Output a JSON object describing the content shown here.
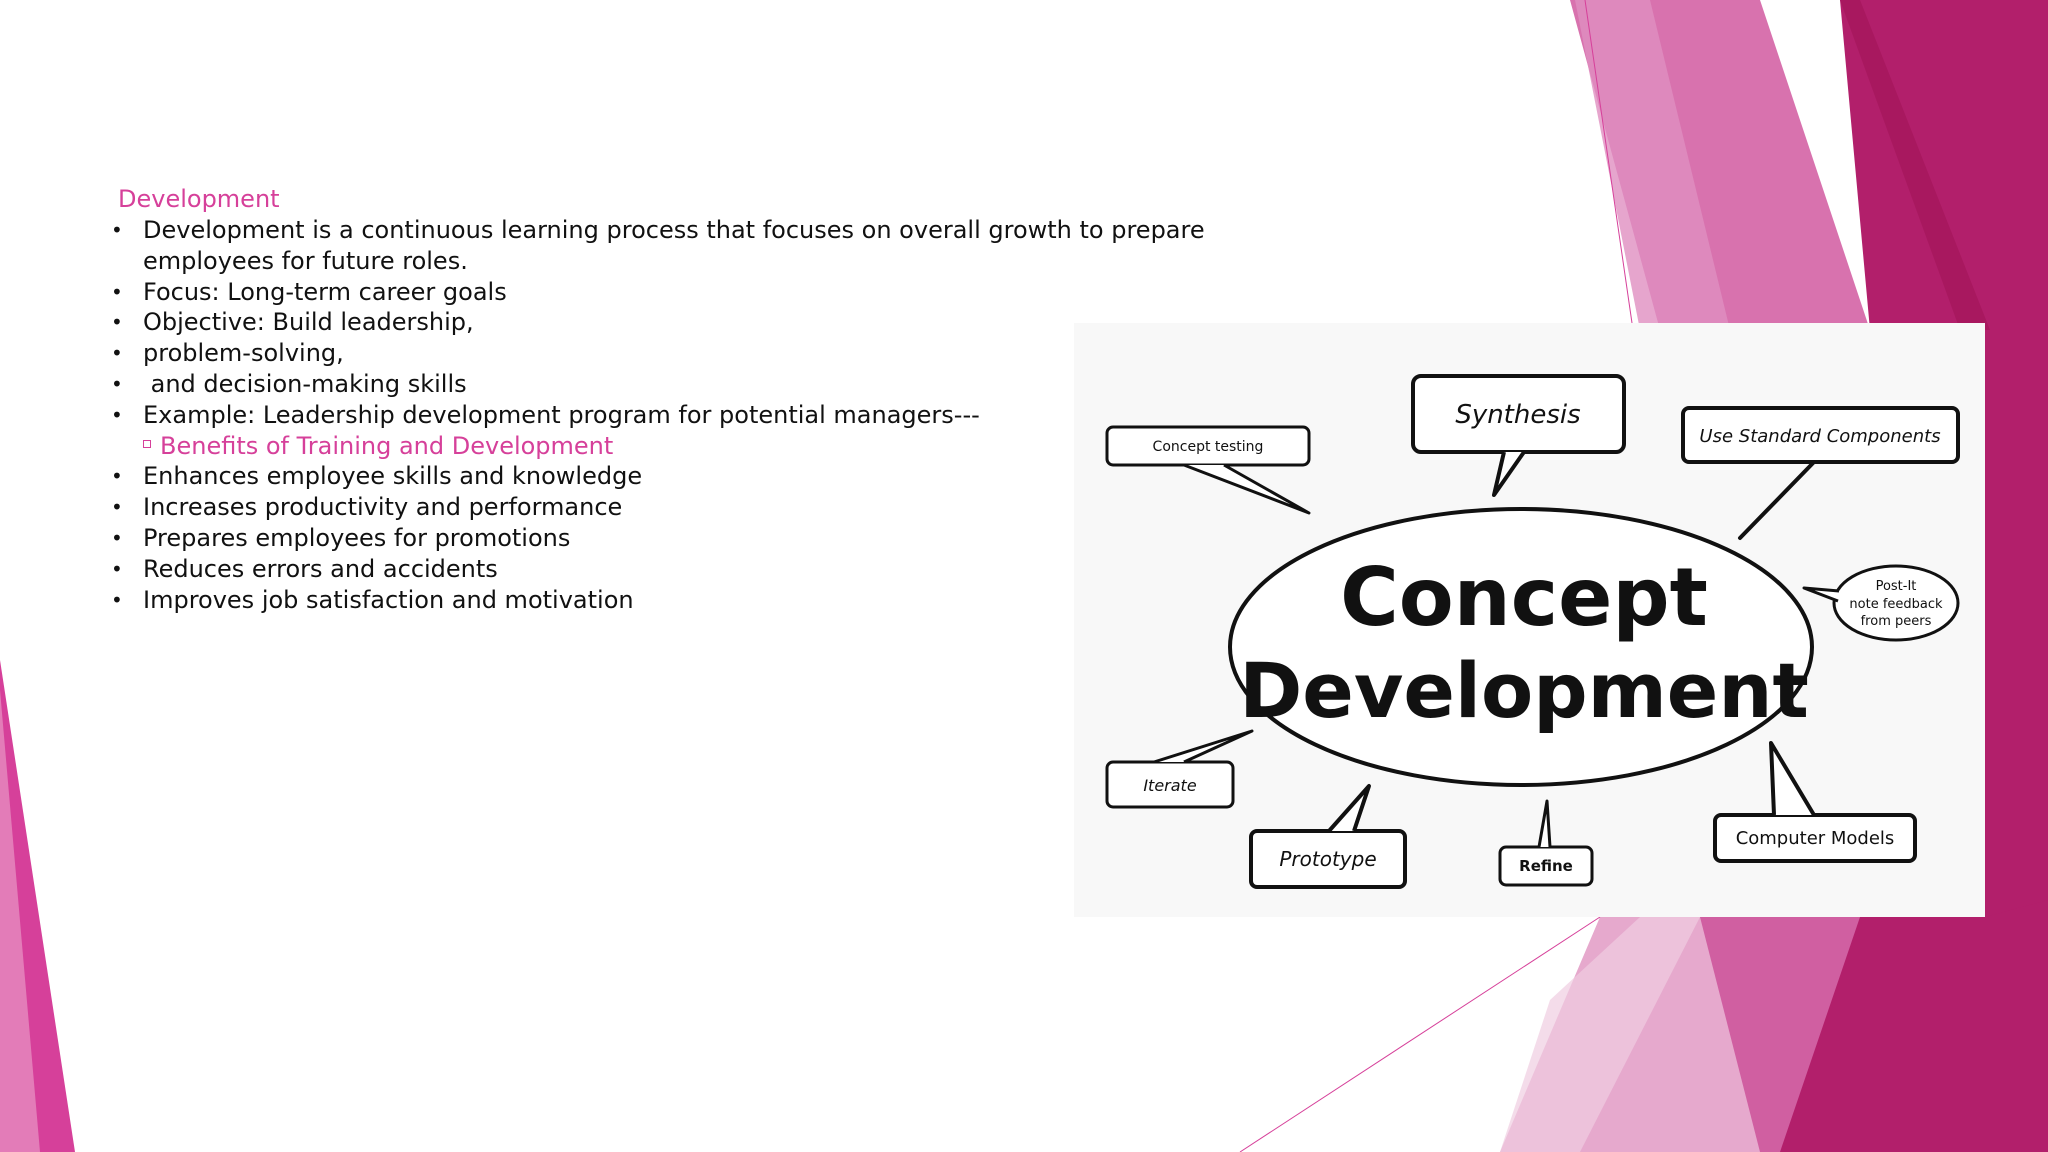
{
  "heading": "Development",
  "bullets": [
    "Development is a continuous learning process that focuses on overall growth to prepare employees for future roles.",
    "Focus: Long-term career goals",
    "Objective: Build leadership,",
    "problem-solving,",
    " and decision-making skills",
    "Example: Leadership development program for potential managers---"
  ],
  "subheading": "Benefits of Training and Development",
  "benefits": [
    "Enhances employee skills and knowledge",
    "Increases productivity and performance",
    "Prepares employees for promotions",
    "Reduces errors and accidents",
    "Improves job satisfaction and motivation"
  ],
  "diagram": {
    "center_line1": "Concept",
    "center_line2": "Development",
    "bubbles": {
      "concept_testing": "Concept testing",
      "synthesis": "Synthesis",
      "use_standard_components": "Use Standard Components",
      "postit_line1": "Post-It",
      "postit_line2": "note feedback",
      "postit_line3": "from peers",
      "iterate": "Iterate",
      "prototype": "Prototype",
      "refine": "Refine",
      "computer_models": "Computer Models"
    }
  },
  "colors": {
    "accent": "#d6409a",
    "magenta_dark": "#a8185f",
    "pink_mid": "#d86aa8",
    "pink_light": "#eab3d2"
  }
}
